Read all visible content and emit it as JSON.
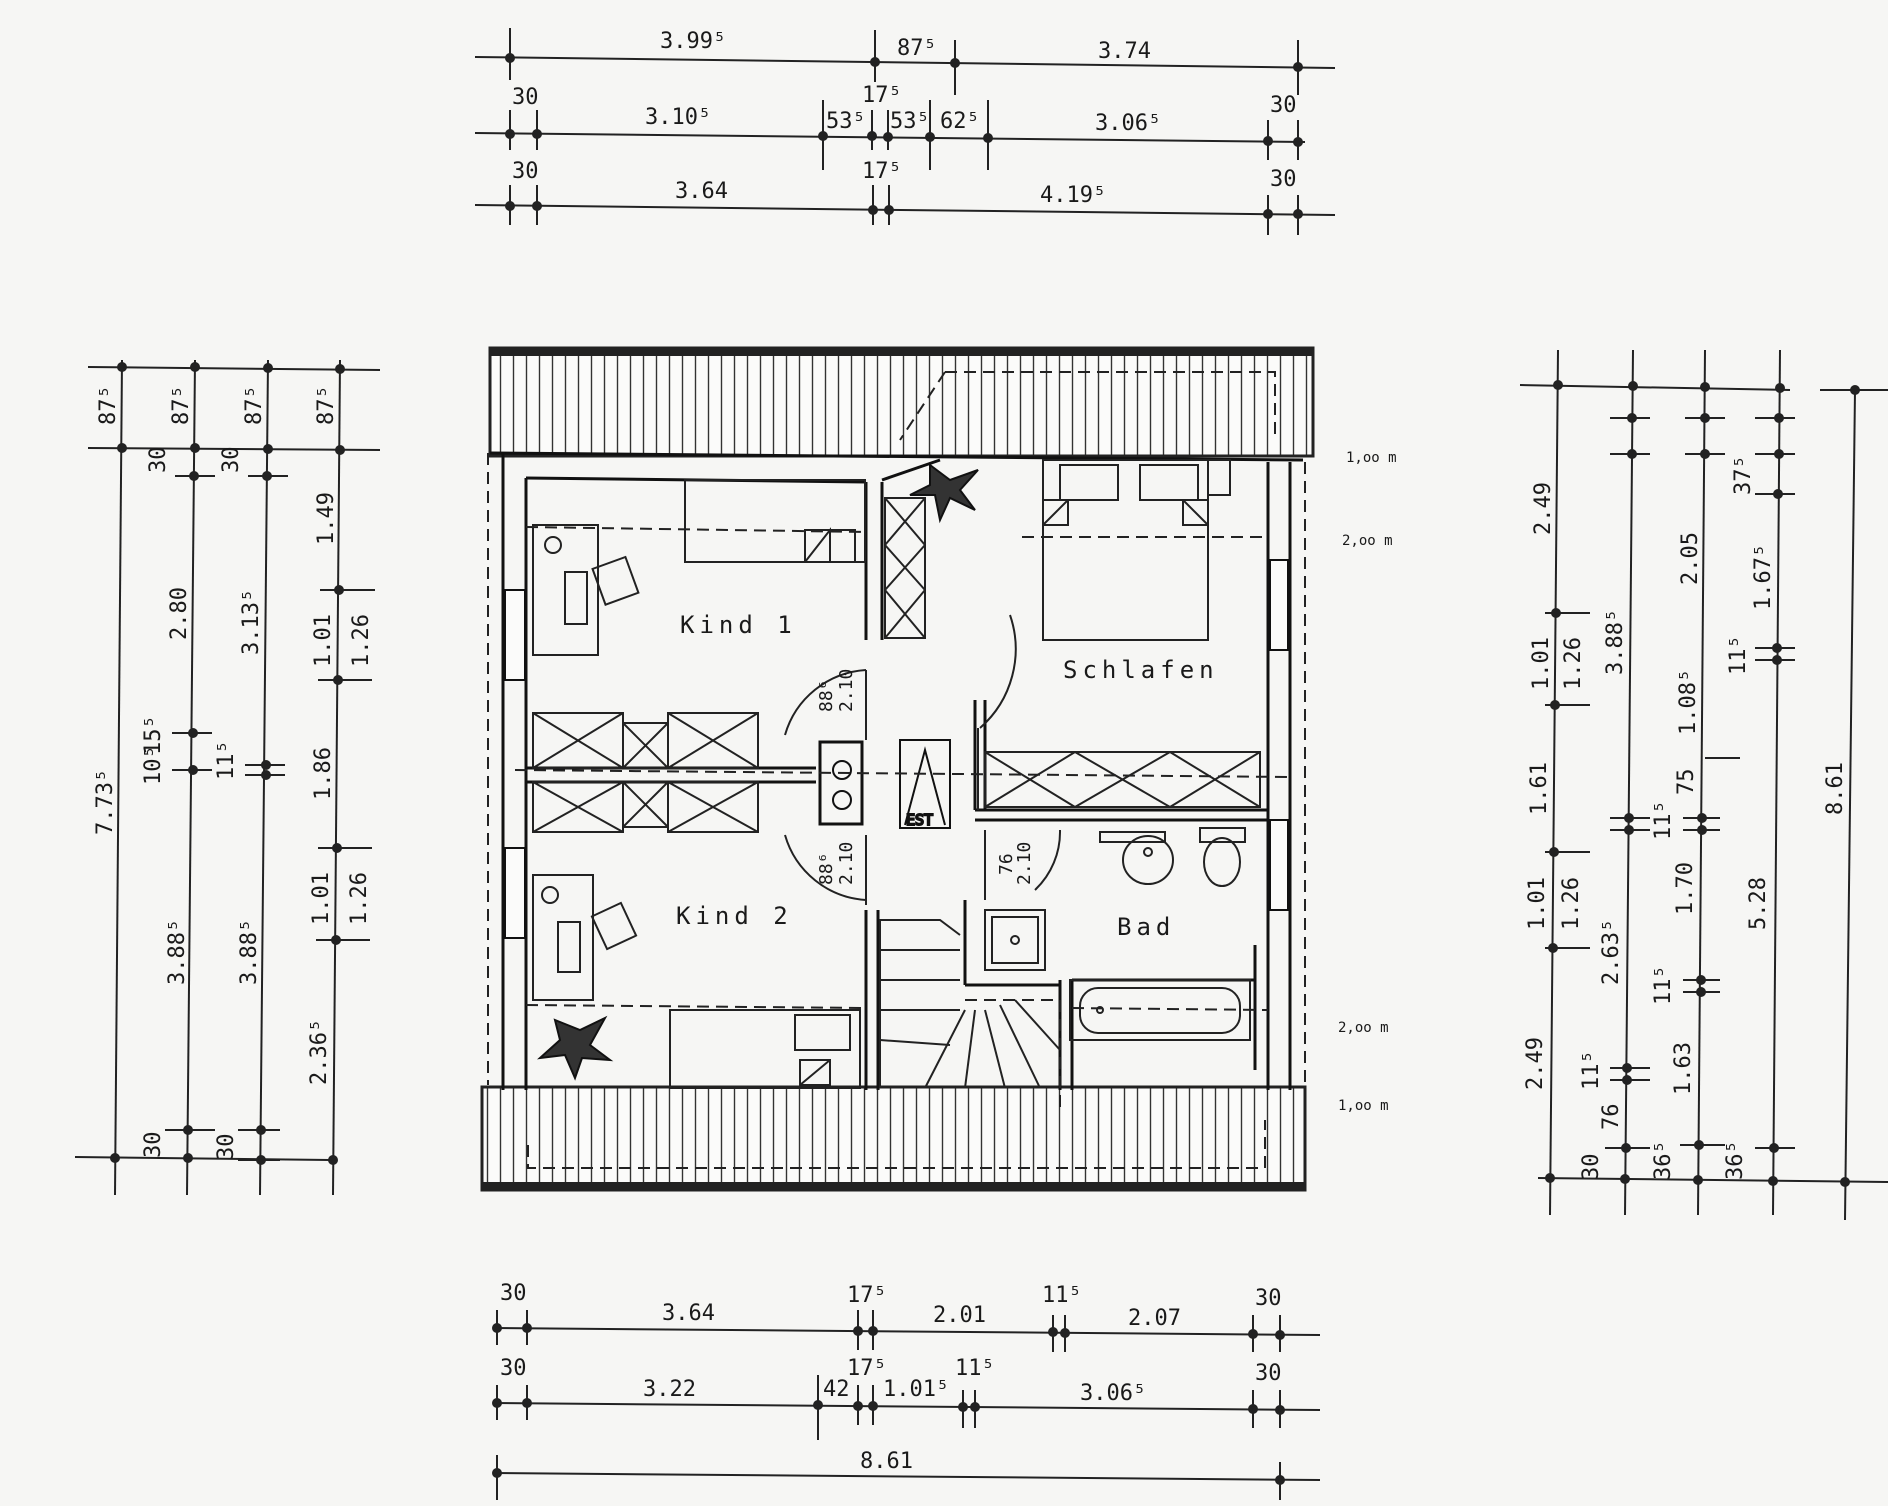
{
  "plan": {
    "rooms": [
      "Kind 1",
      "Schlafen",
      "Kind 2",
      "Bad"
    ],
    "est_label": "EST",
    "levels": [
      "1,oo m",
      "2,oo m",
      "2,oo m",
      "1,oo m"
    ],
    "door_labels": [
      "88⁶",
      "2.10",
      "88⁶",
      "2.10",
      "76",
      "2.10"
    ]
  },
  "dimensions": {
    "top": [
      [
        "3.99⁵",
        "87⁵",
        "3.74"
      ],
      [
        "30",
        "3.10⁵",
        "53⁵",
        "17⁵",
        "53⁵",
        "62⁵",
        "3.06⁵",
        "30"
      ],
      [
        "30",
        "3.64",
        "17⁵",
        "4.19⁵",
        "30"
      ]
    ],
    "bottom": [
      [
        "30",
        "3.64",
        "17⁵",
        "2.01",
        "11⁵",
        "2.07",
        "30"
      ],
      [
        "30",
        "3.22",
        "42",
        "17⁵",
        "1.01⁵",
        "11⁵",
        "3.06⁵",
        "30"
      ],
      [
        "8.61"
      ]
    ],
    "left": [
      [
        "87⁵",
        "7.73⁵"
      ],
      [
        "87⁵",
        "30",
        "2.80",
        "10⁵",
        "15⁵",
        "3.88⁵",
        "30"
      ],
      [
        "87⁵",
        "30",
        "3.13⁵",
        "11⁵",
        "3.88⁵",
        "30"
      ],
      [
        "87⁵",
        "1.49",
        "1.01",
        "1.26",
        "1.86",
        "1.01",
        "1.26",
        "2.36⁵"
      ]
    ],
    "right": [
      [
        "2.49",
        "1.01",
        "1.61",
        "1.01",
        "2.49",
        "30"
      ],
      [
        "1.26",
        "1.26",
        "11⁵",
        "76"
      ],
      [
        "3.88⁵",
        "2.63⁵",
        "11⁵",
        "36⁵"
      ],
      [
        "2.05",
        "1.08⁵",
        "75",
        "1.70",
        "11⁵",
        "1.63",
        "36⁵"
      ],
      [
        "37⁵",
        "1.67⁵",
        "11⁵",
        "5.28"
      ],
      [
        "8.61"
      ]
    ]
  }
}
